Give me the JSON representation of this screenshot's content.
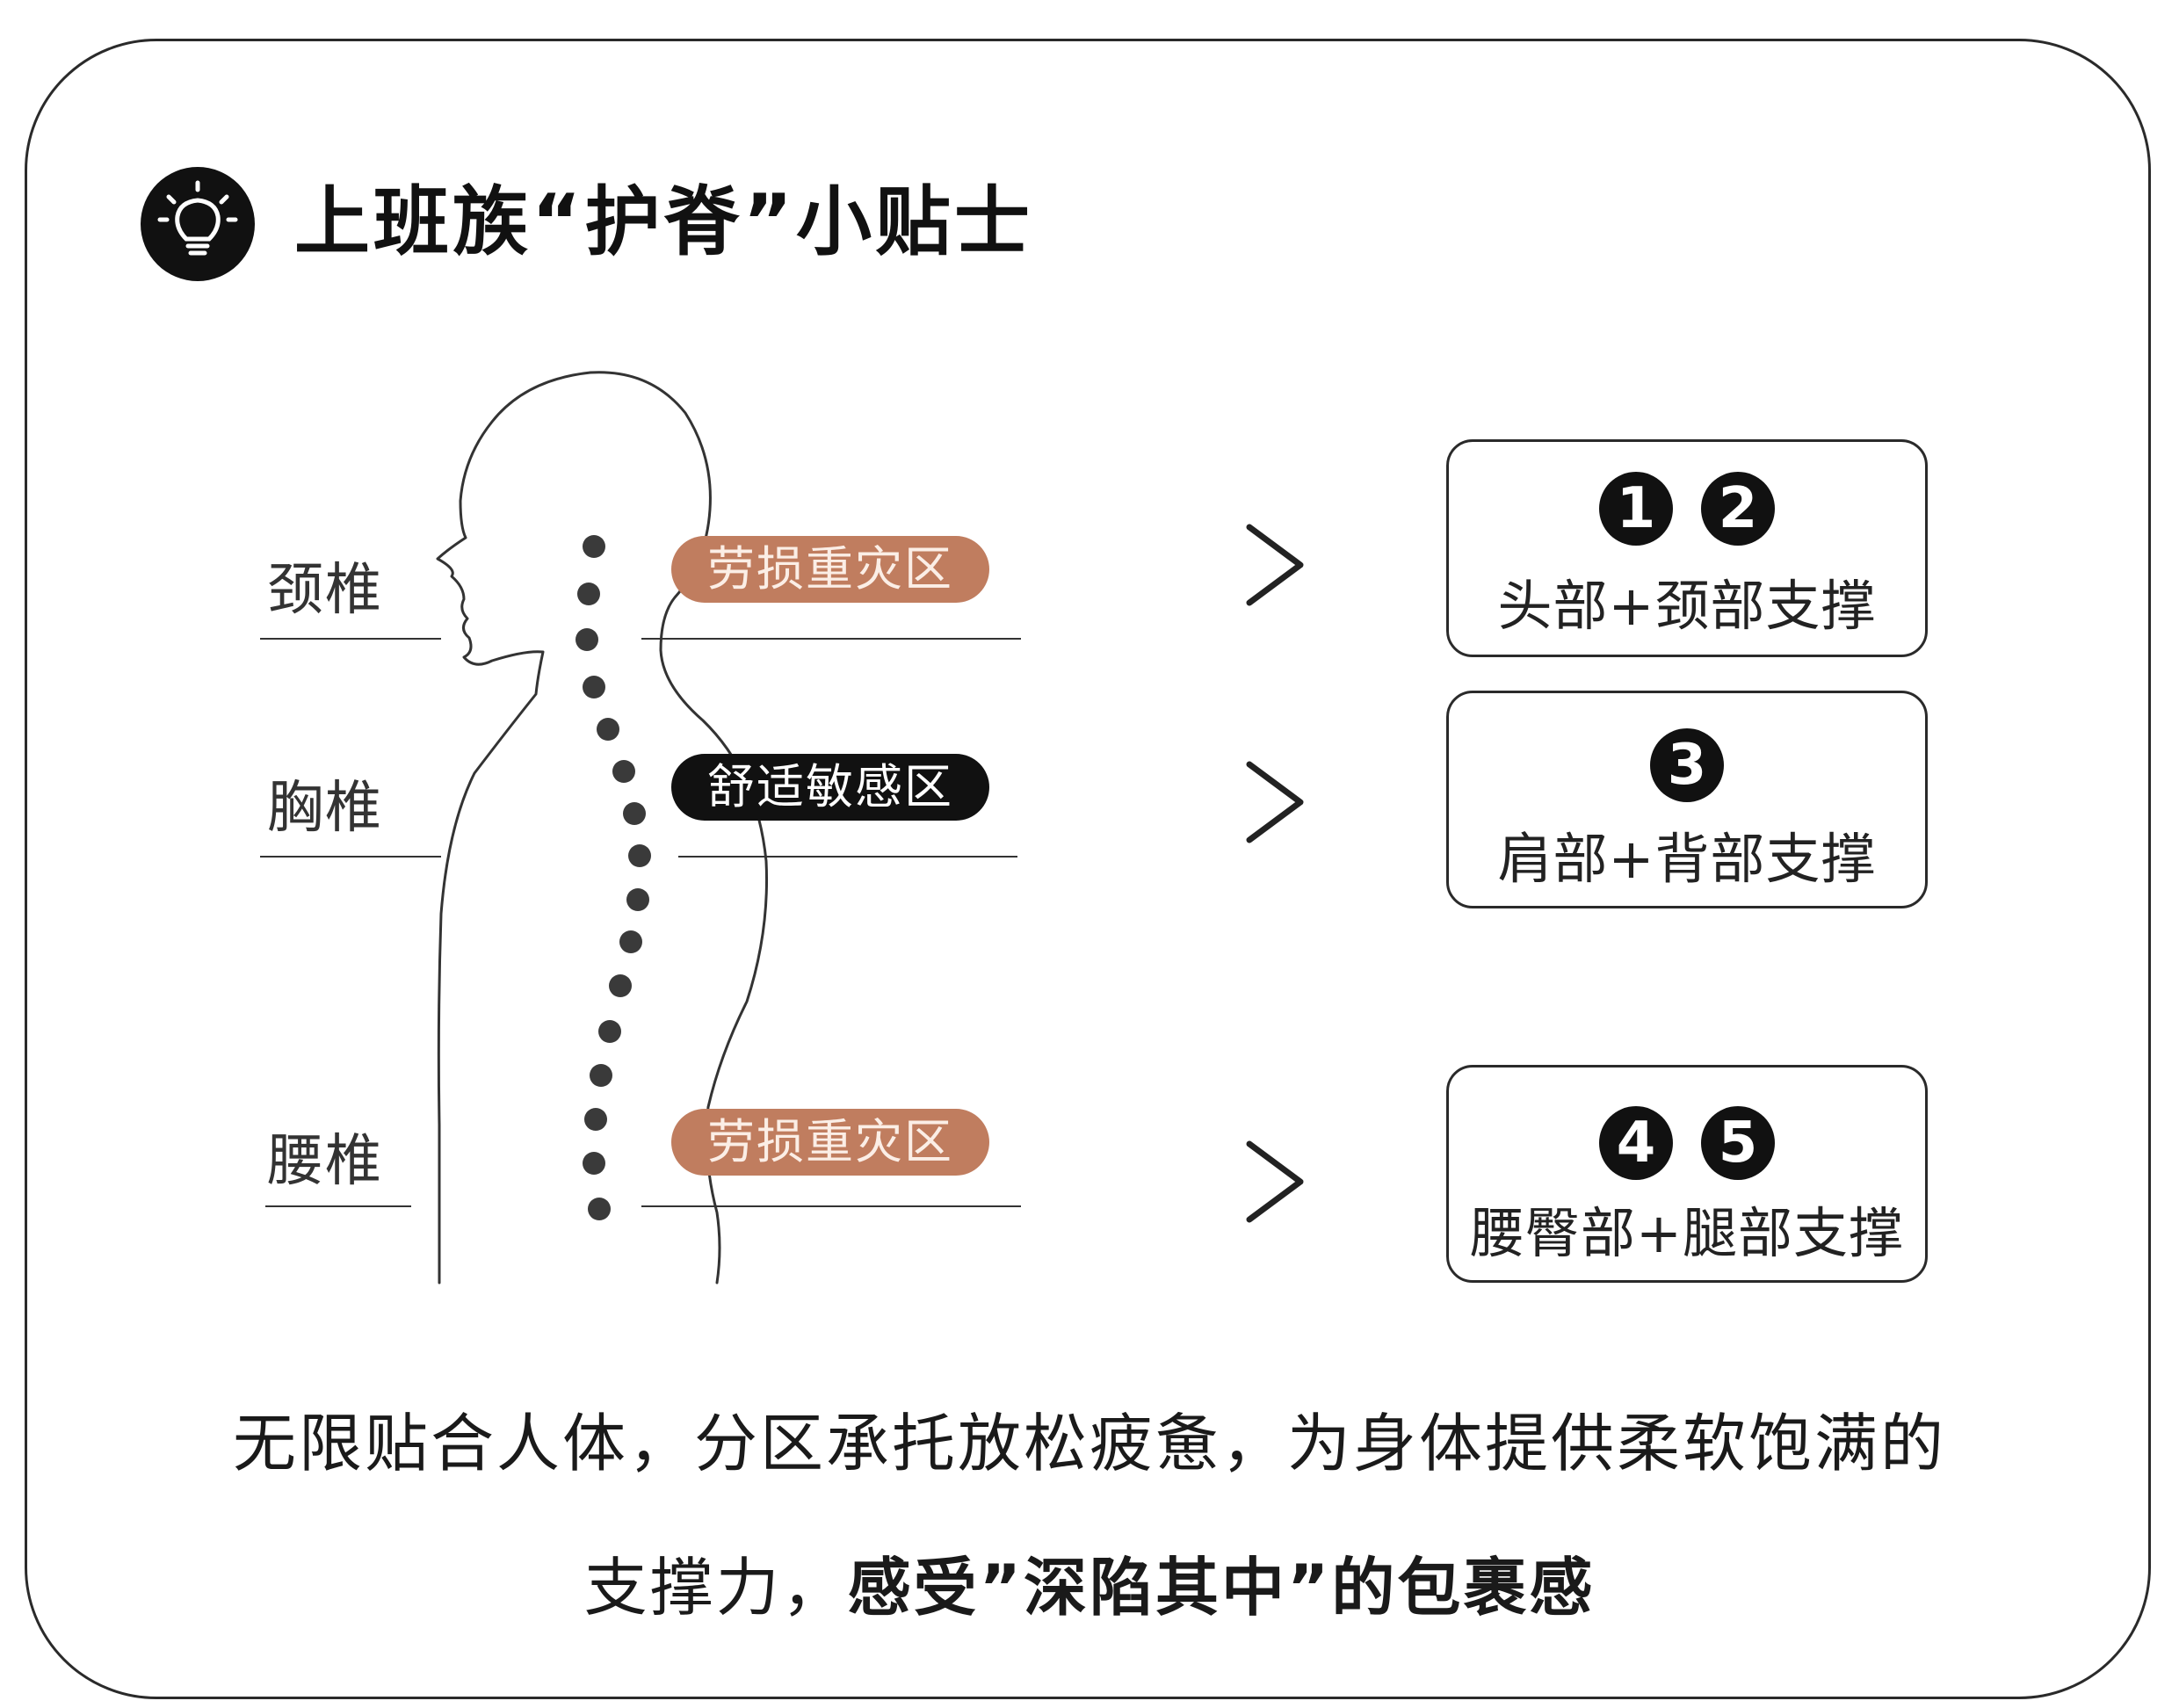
{
  "title": "上班族“护脊”小贴士",
  "icons": {
    "title_icon": "lightbulb-icon",
    "arrow_icon": "chevron-right-icon"
  },
  "colors": {
    "strain_zone": "#c07d5f",
    "comfort_zone": "#111111",
    "outline": "#2a2a2a"
  },
  "regions": [
    {
      "label": "颈椎",
      "zone": "劳损重灾区",
      "zone_type": "strain",
      "support_numbers": [
        "1",
        "2"
      ],
      "support_label": "头部+颈部支撑"
    },
    {
      "label": "胸椎",
      "zone": "舒适敏感区",
      "zone_type": "comfort",
      "support_numbers": [
        "3"
      ],
      "support_label": "肩部+背部支撑"
    },
    {
      "label": "腰椎",
      "zone": "劳损重灾区",
      "zone_type": "strain",
      "support_numbers": [
        "4",
        "5"
      ],
      "support_label": "腰臀部+腿部支撑"
    }
  ],
  "caption": {
    "line1": "无限贴合人体，分区承托放松疲惫，为身体提供柔软饱满的",
    "line2_regular": "支撑力，",
    "line2_bold": "感受”深陷其中”的包裹感"
  }
}
